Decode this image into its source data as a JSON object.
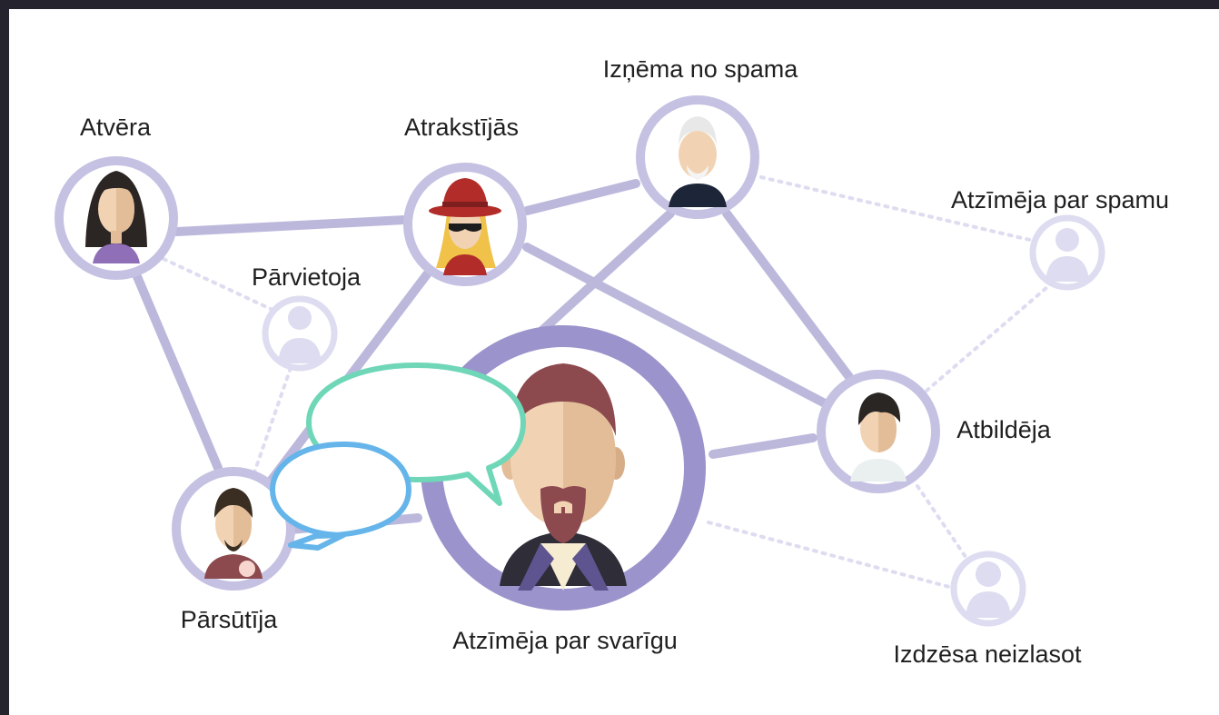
{
  "nodes": {
    "atvera": {
      "label": "Atvēra"
    },
    "atrakstijas": {
      "label": "Atrakstījās"
    },
    "iznema": {
      "label": "Izņēma no spama"
    },
    "atzimeja_spamu": {
      "label": "Atzīmēja par spamu"
    },
    "parvietoja": {
      "label": "Pārvietoja"
    },
    "atbildeja": {
      "label": "Atbildēja"
    },
    "parsutija": {
      "label": "Pārsūtīja"
    },
    "svarigu": {
      "label": "Atzīmēja par svarīgu"
    },
    "izdzesa": {
      "label": "Izdzēsa neizlasot"
    }
  },
  "colors": {
    "connection": "#bcb8dc",
    "faded": "#dedcf0",
    "ring": "#c5c1e2",
    "main_ring": "#9b93cb",
    "bubble_green": "#6fd7b8",
    "bubble_blue": "#65b5ea"
  }
}
